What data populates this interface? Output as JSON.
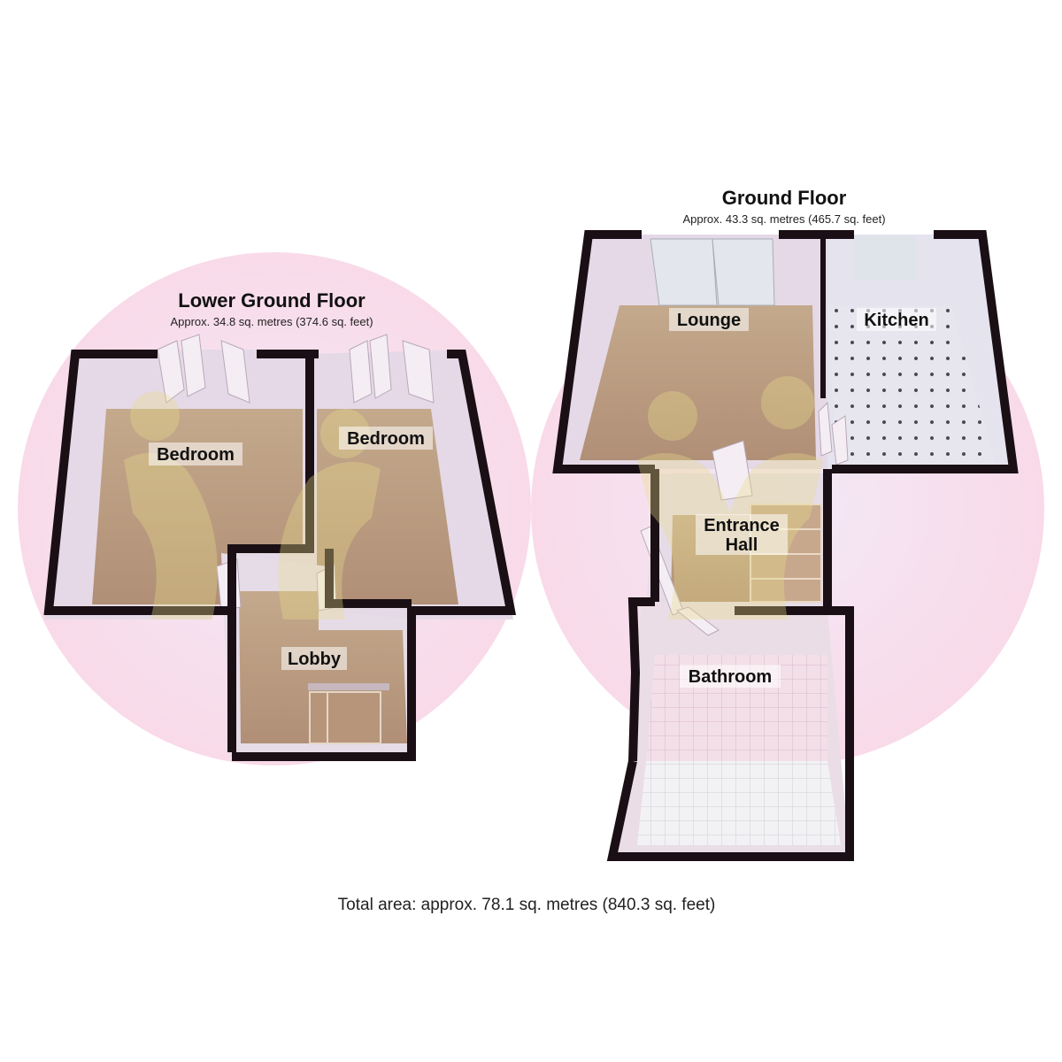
{
  "lower_ground_floor": {
    "title": "Lower Ground Floor",
    "area": "Approx. 34.8 sq. metres (374.6 sq. feet)",
    "rooms": {
      "bedroom_left": "Bedroom",
      "bedroom_right": "Bedroom",
      "lobby": "Lobby"
    }
  },
  "ground_floor": {
    "title": "Ground Floor",
    "area": "Approx. 43.3 sq. metres (465.7 sq. feet)",
    "rooms": {
      "lounge": "Lounge",
      "kitchen": "Kitchen",
      "entrance_hall_line1": "Entrance",
      "entrance_hall_line2": "Hall",
      "bathroom": "Bathroom"
    }
  },
  "total_area": "Total area: approx. 78.1 sq. metres (840.3 sq. feet)",
  "colors": {
    "wall": "#1a0f14",
    "carpet": "#b99a80",
    "wall_inner": "#e6dbe8",
    "kitchen_floor": "#e9e8f0",
    "bathroom_floor": "#f1dde6",
    "watermark_circle": "#f2c6dd",
    "watermark_logo": "#e8dc8c"
  }
}
